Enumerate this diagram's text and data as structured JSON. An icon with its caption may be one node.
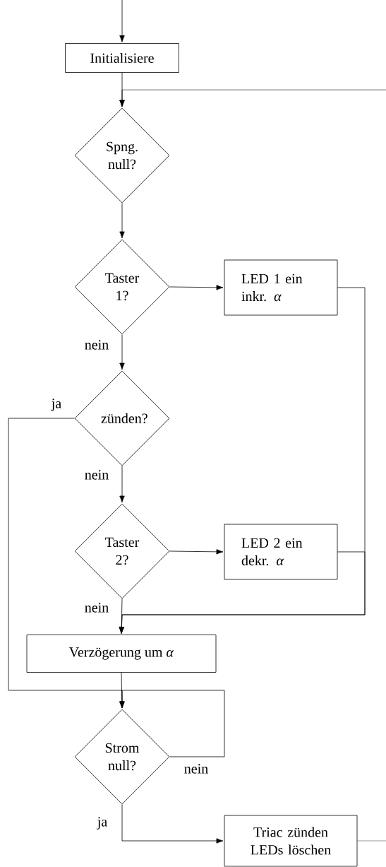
{
  "diagram": {
    "nodes": [
      {
        "text": [
          "Initialisiere"
        ]
      },
      {
        "text": [
          "Spng. null?"
        ]
      },
      {
        "text": [
          "Taster 1?"
        ]
      },
      {
        "text": [
          "LED 1 ein inkr. *α*"
        ]
      },
      {
        "text": [
          "zünden?"
        ]
      },
      {
        "text": [
          "Taster 2?"
        ]
      },
      {
        "text": [
          "LED 2 ein dekr. *α*"
        ]
      },
      {
        "text": [
          "Verzögerung um *α*"
        ]
      },
      {
        "text": [
          "Strom null?"
        ]
      },
      {
        "text": [
          "Triac zünden LEDs löschen"
        ]
      }
    ],
    "edges": [
      {
        "from": null,
        "to": 0,
        "arrow": "to"
      },
      {
        "from": 0,
        "to": 1,
        "arrow": "to"
      },
      {
        "from": 1,
        "to": 2,
        "arrow": "to"
      },
      {
        "from": 2,
        "to": 3,
        "arrow": "to"
      },
      {
        "from": 3,
        "to": 7,
        "arrow": "to"
      },
      {
        "from": 6,
        "to": 7,
        "arrow": "to"
      },
      {
        "from": 2,
        "to": 4,
        "label": "nein",
        "arrow": "to"
      },
      {
        "from": 4,
        "to": 8,
        "label": "ja",
        "arrow": "to"
      },
      {
        "from": 4,
        "to": 5,
        "label": "nein",
        "arrow": "to"
      },
      {
        "from": 5,
        "to": 6,
        "arrow": "to"
      },
      {
        "from": 5,
        "to": 7,
        "label": "nein",
        "arrow": "to"
      },
      {
        "from": 7,
        "to": 8,
        "arrow": "to"
      },
      {
        "from": 8,
        "to": 8,
        "label": "nein",
        "arrow": "to"
      },
      {
        "from": 8,
        "to": 9,
        "label": "ja",
        "arrow": "to"
      },
      {
        "from": null,
        "to": 1,
        "arrow": "to"
      },
      {
        "from": 9,
        "to": null,
        "arrow": "none"
      }
    ]
  }
}
